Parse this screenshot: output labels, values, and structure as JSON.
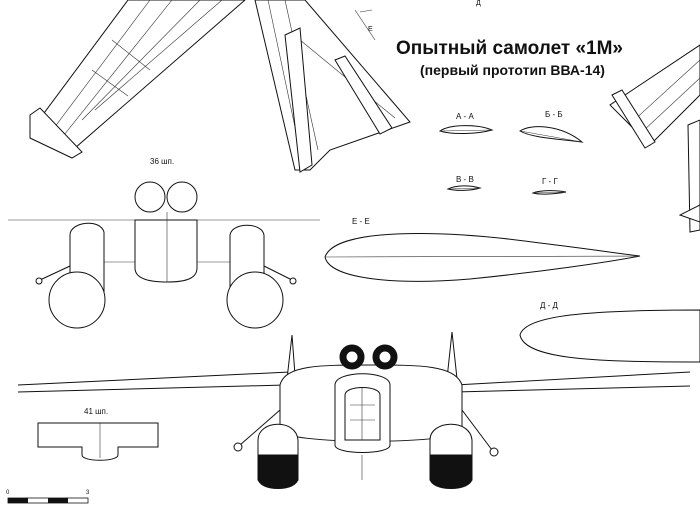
{
  "title": "Опытный самолет «1М»",
  "subtitle": "(первый прототип ВВА-14)",
  "sections": {
    "aa": "А - А",
    "bb": "Б - Б",
    "vv": "В - В",
    "gg": "Г - Г",
    "ee": "Е - Е",
    "dd": "Д - Д"
  },
  "frames": {
    "f36": "36 шп.",
    "f41": "41 шп."
  },
  "scale": {
    "zero": "0",
    "three": "3"
  },
  "edge_labels": {
    "e": "Е",
    "d": "Д"
  }
}
